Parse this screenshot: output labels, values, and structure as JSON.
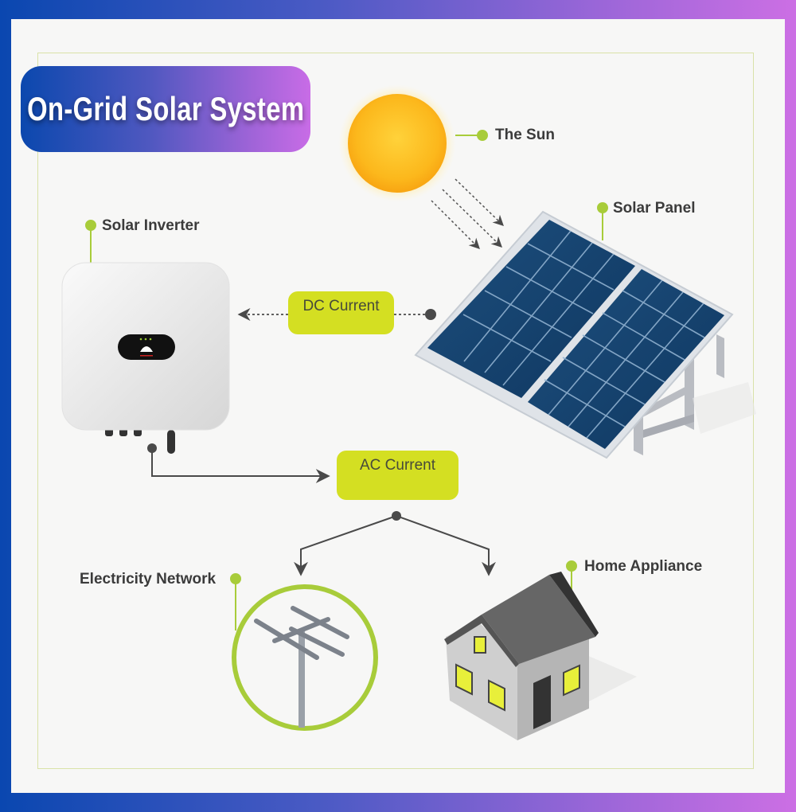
{
  "title": "On-Grid Solar System",
  "labels": {
    "sun": "The Sun",
    "solar_panel": "Solar Panel",
    "solar_inverter": "Solar Inverter",
    "electricity_network": "Electricity Network",
    "home_appliance": "Home Appliance"
  },
  "flows": {
    "dc": "DC Current",
    "ac": "AC Current"
  },
  "colors": {
    "accent": "#d4df22",
    "label_dot": "#a8cc3a",
    "connector": "#4a4a4a"
  }
}
